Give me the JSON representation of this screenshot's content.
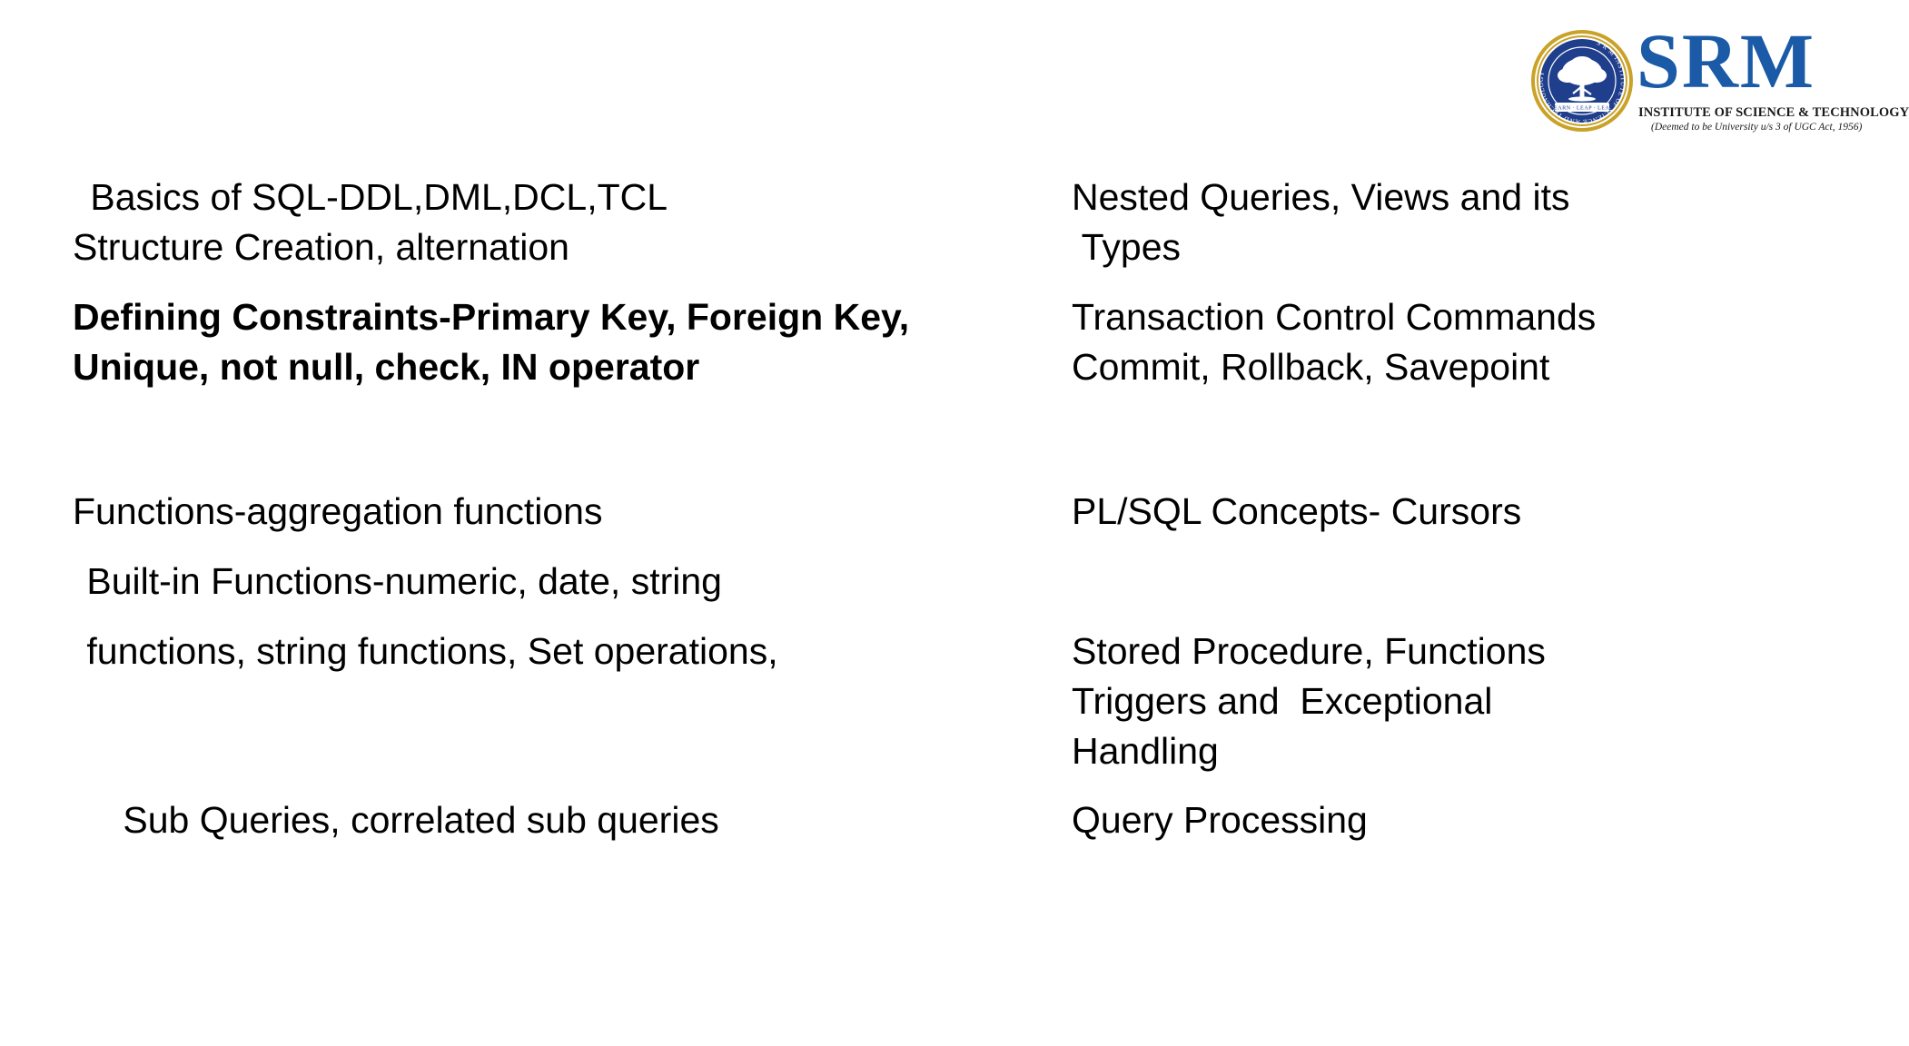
{
  "slide": {
    "background_color": "#FFFFFF",
    "text_color": "#000000",
    "logo": {
      "name": "srm-logo",
      "brand_color": "#1A5AA6",
      "emblem_ring_color": "#C9A227",
      "emblem_disc_color": "#1F3E8C",
      "wordmark": "SRM",
      "institute_line": "INSTITUTE OF SCIENCE & TECHNOLOGY",
      "deemed_line": "(Deemed to be University u/s 3 of UGC Act, 1956)",
      "emblem_ring_text": "S R M   I N S T I T U T E   O F   S C I E N C E   A N D   T E C H N O L O G Y",
      "emblem_motto": "LEARN · LEAP · LEAD",
      "emblem_symbol": "tree"
    },
    "left_column": [
      {
        "id": "basics-of-sql",
        "text": " Basics of SQL-DDL,DML,DCL,TCL",
        "bold": false
      },
      {
        "id": "structure-creation",
        "text": "Structure Creation, alternation",
        "bold": false
      },
      {
        "id": "defining-constraints",
        "text": "Defining Constraints-Primary Key, Foreign Key,",
        "bold": true
      },
      {
        "id": "unique-not-null",
        "text": "Unique, not null, check, IN operator",
        "bold": true
      },
      {
        "id": "functions-aggregation",
        "text": "Functions-aggregation functions",
        "bold": false
      },
      {
        "id": "built-in-functions",
        "text": " Built-in Functions-numeric, date, string",
        "bold": false
      },
      {
        "id": "string-functions-set-operations",
        "text": " functions, string functions, Set operations,",
        "bold": false
      },
      {
        "id": "sub-queries",
        "text": " Sub Queries, correlated sub queries",
        "bold": false
      }
    ],
    "right_column": [
      {
        "id": "nested-queries",
        "text": "Nested Queries, Views and its",
        "bold": false
      },
      {
        "id": "nested-queries-types",
        "text": " Types",
        "bold": false
      },
      {
        "id": "transaction-control-commands",
        "text": "Transaction Control Commands",
        "bold": false
      },
      {
        "id": "commit-rollback-savepoint",
        "text": "Commit, Rollback, Savepoint",
        "bold": false
      },
      {
        "id": "plsql-concepts-cursors",
        "text": "PL/SQL Concepts- Cursors",
        "bold": false
      },
      {
        "id": "stored-procedure-functions",
        "text": "Stored Procedure, Functions",
        "bold": false
      },
      {
        "id": "triggers-exceptional",
        "text": "Triggers and  Exceptional",
        "bold": false
      },
      {
        "id": "handling",
        "text": "Handling",
        "bold": false
      },
      {
        "id": "query-processing",
        "text": "Query Processing",
        "bold": false
      }
    ]
  }
}
